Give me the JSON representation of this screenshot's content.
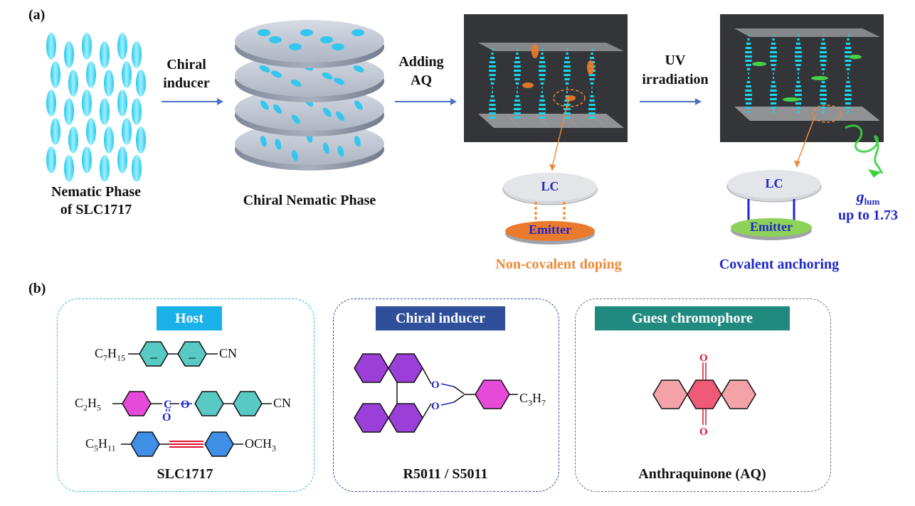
{
  "panel_a": {
    "label": "(a)",
    "nematic_caption_1": "Nematic Phase",
    "nematic_caption_2": "of SLC1717",
    "chiral_caption": "Chiral Nematic Phase",
    "step1_line1": "Chiral",
    "step1_line2": "inducer",
    "step2_line1": "Adding",
    "step2_line2": "AQ",
    "step3_line1": "UV",
    "step3_line2": "irradiation",
    "doping": {
      "lc_label": "LC",
      "emitter_label": "Emitter",
      "caption": "Non-covalent doping"
    },
    "anchoring": {
      "lc_label": "LC",
      "emitter_label": "Emitter",
      "caption": "Covalent anchoring",
      "glum_symbol": "g",
      "glum_subscript": "lum",
      "glum_value": "up to 1.73"
    }
  },
  "panel_b": {
    "label": "(b)",
    "host": {
      "tag": "Host",
      "name": "SLC1717",
      "formula1_left": "C7H15",
      "formula1_right": "CN",
      "formula2_left": "C2H5",
      "formula2_right": "CN",
      "formula3_left": "C5H11",
      "formula3_right": "OCH3"
    },
    "inducer": {
      "tag": "Chiral inducer",
      "name": "R5011 / S5011",
      "substituent": "C3H7"
    },
    "guest": {
      "tag": "Guest chromophore",
      "name": "Anthraquinone (AQ)"
    }
  },
  "colors": {
    "arrow": "#4a72c4",
    "host_tag": "#1ab0e8",
    "inducer_tag": "#2f4f9a",
    "guest_tag": "#218a80",
    "orange": "#ee8a3a",
    "blue_text": "#1f27c7",
    "green": "#39d13f"
  }
}
